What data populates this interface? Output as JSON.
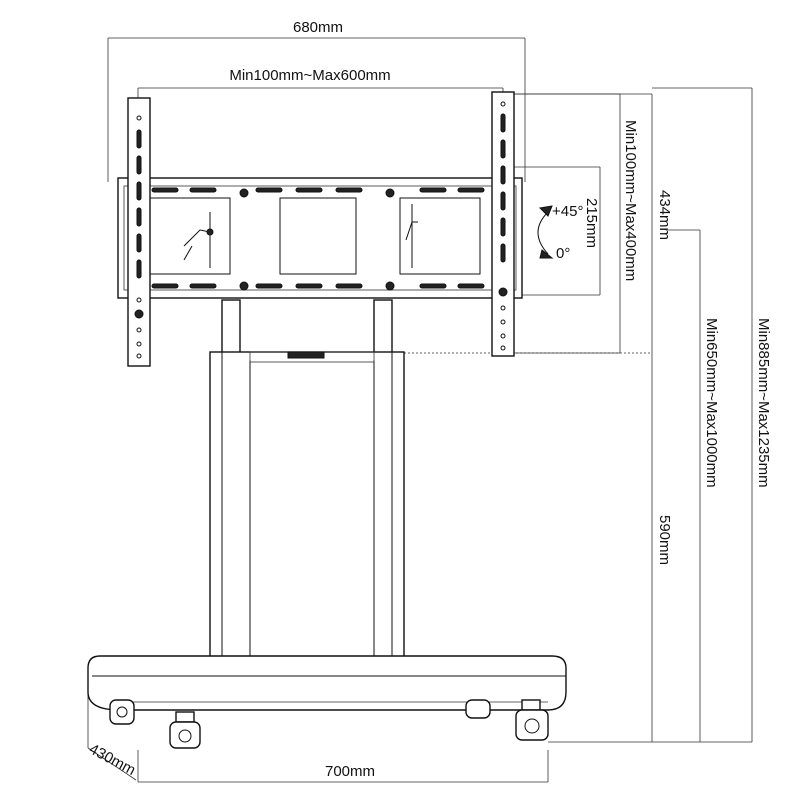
{
  "dimensions": {
    "bracket_width": "680mm",
    "vesa_horizontal": "Min100mm~Max600mm",
    "vesa_vertical": "Min100mm~Max400mm",
    "bracket_height": "434mm",
    "tilt_depth": "215mm",
    "tilt_up": "+45°",
    "tilt_zero": "0°",
    "column_height": "590mm",
    "height_range_low": "Min650mm~Max1000mm",
    "height_range_total": "Min885mm~Max1235mm",
    "base_width": "700mm",
    "base_depth": "430mm"
  },
  "colors": {
    "line": "#111111",
    "background": "#ffffff"
  }
}
